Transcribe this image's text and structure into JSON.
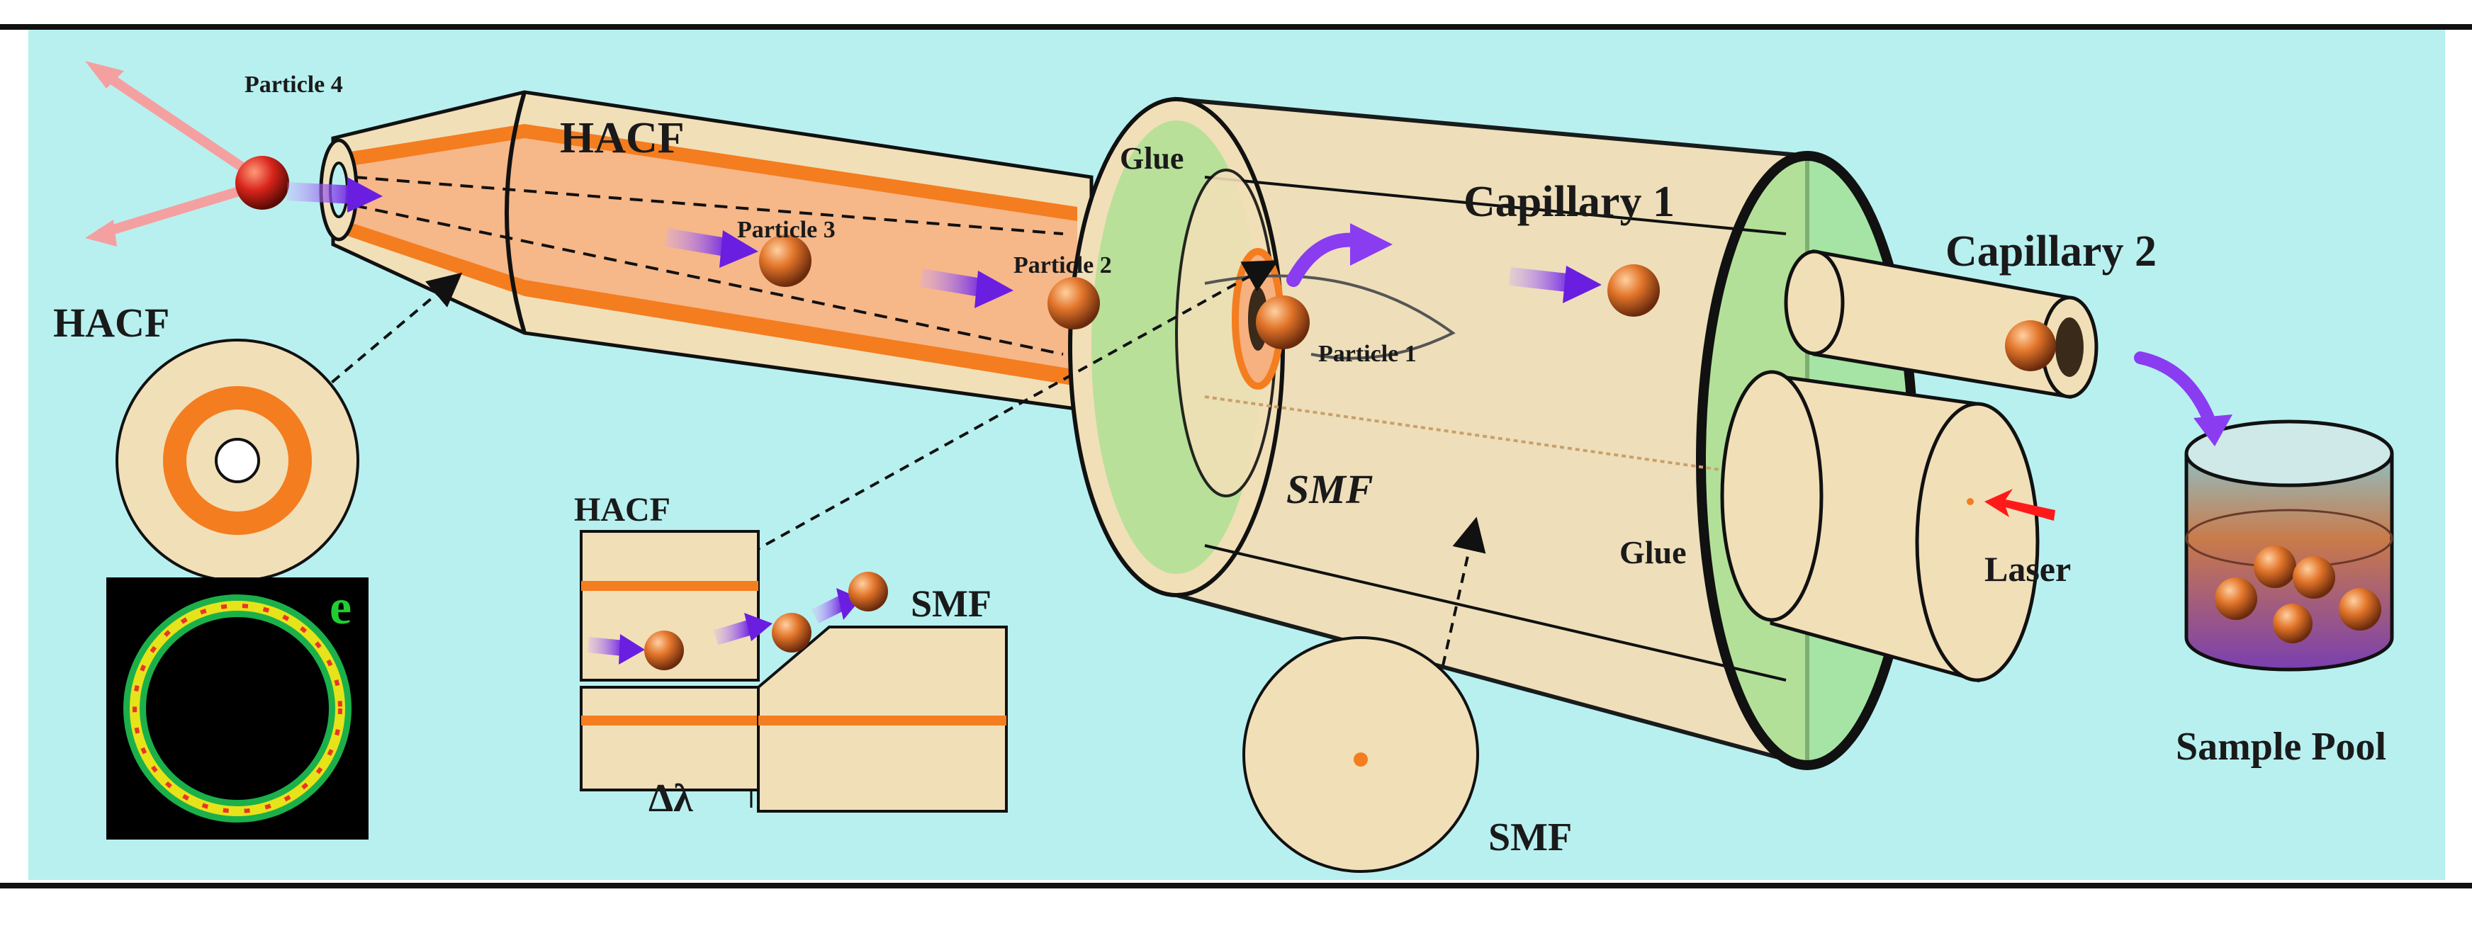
{
  "labels": {
    "particle_4": "Particle 4",
    "particle_3": "Particle 3",
    "particle_2": "Particle 2",
    "particle_1": "Particle 1",
    "hacf_top": "HACF",
    "hacf_section": "HACF",
    "hacf_detail": "HACF",
    "smf_detail": "SMF",
    "smf_main": "SMF",
    "smf_section": "SMF",
    "glue_front": "Glue",
    "glue_back": "Glue",
    "capillary_1": "Capillary 1",
    "capillary_2": "Capillary 2",
    "laser": "Laser",
    "sample_pool": "Sample Pool",
    "mode_label": "e",
    "delta_lambda": "Δλ"
  },
  "colors": {
    "background": "#b8f0f0",
    "fiber": "#f1dfb8",
    "core": "#f47d1f",
    "glue": "#7fd07a",
    "particle": "#e2752a",
    "arrow": "#8a3cf0",
    "laser": "#ff1a1a"
  }
}
